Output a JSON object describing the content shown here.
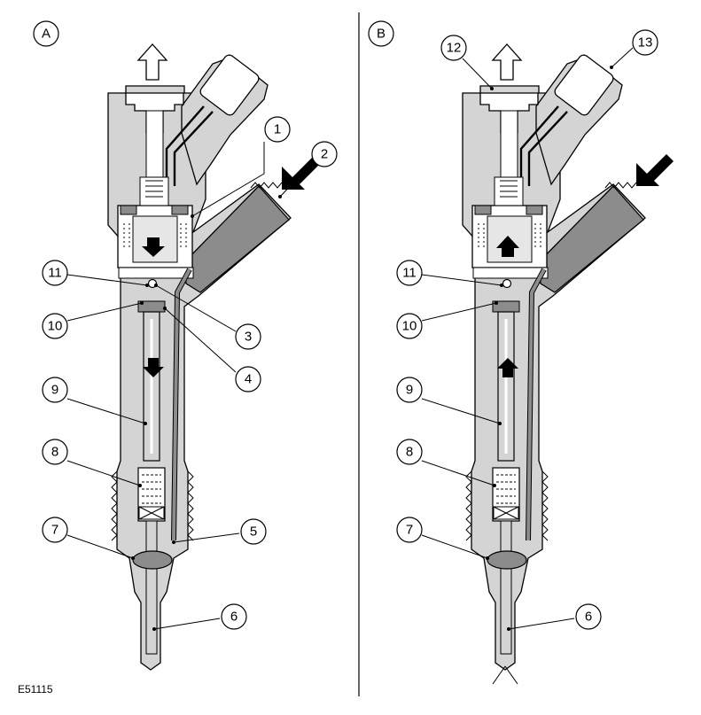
{
  "figure": {
    "reference_code": "E51115",
    "panels": [
      {
        "id": "A",
        "label": "A",
        "callouts": [
          "1",
          "2",
          "3",
          "4",
          "5",
          "6",
          "7",
          "8",
          "9",
          "10",
          "11"
        ]
      },
      {
        "id": "B",
        "label": "B",
        "callouts": [
          "6",
          "7",
          "8",
          "9",
          "10",
          "11",
          "12",
          "13"
        ]
      }
    ],
    "colors": {
      "body_fill": "#d4d4d4",
      "channel_fill": "#8c8c8c",
      "inner_fill": "#ffffff",
      "line": "#000000",
      "arrow": "#000000"
    },
    "icons": {
      "flow_in": "arrow-down-left-filled",
      "return_out": "arrow-up-outline",
      "piston_motion": "arrow-filled"
    }
  }
}
